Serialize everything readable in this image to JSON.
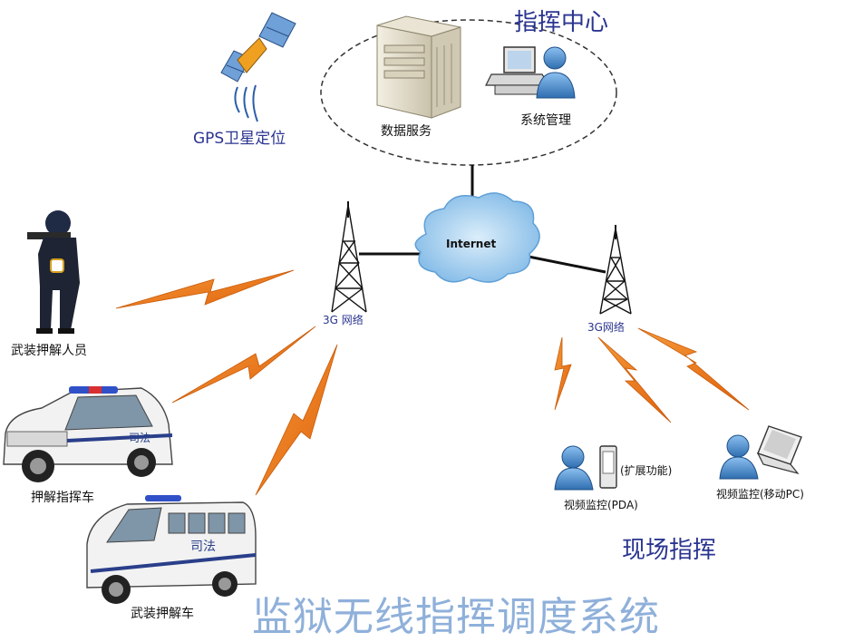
{
  "title": "监狱无线指挥调度系统",
  "command_center": {
    "heading": "指挥中心",
    "data_service": "数据服务",
    "system_management": "系统管理"
  },
  "gps": {
    "label": "GPS卫星定位"
  },
  "internet": {
    "label": "Internet"
  },
  "towers": {
    "left": "3G 网络",
    "right": "3G网络"
  },
  "field_units": {
    "personnel": "武装押解人员",
    "command_vehicle": "押解指挥车",
    "command_vehicle_door": "司法",
    "armed_vehicle": "武装押解车",
    "armed_vehicle_side": "司法"
  },
  "field_command": {
    "heading": "现场指挥",
    "pda_label": "视频监控(PDA)",
    "pda_ext": "(扩展功能)",
    "pc_label": "视频监控(移动PC)"
  },
  "colors": {
    "lightning": "#f07a14",
    "heading_blue": "#2b3590",
    "title_blue": "#8fb0da",
    "person_blue": "#3f7fc0"
  }
}
